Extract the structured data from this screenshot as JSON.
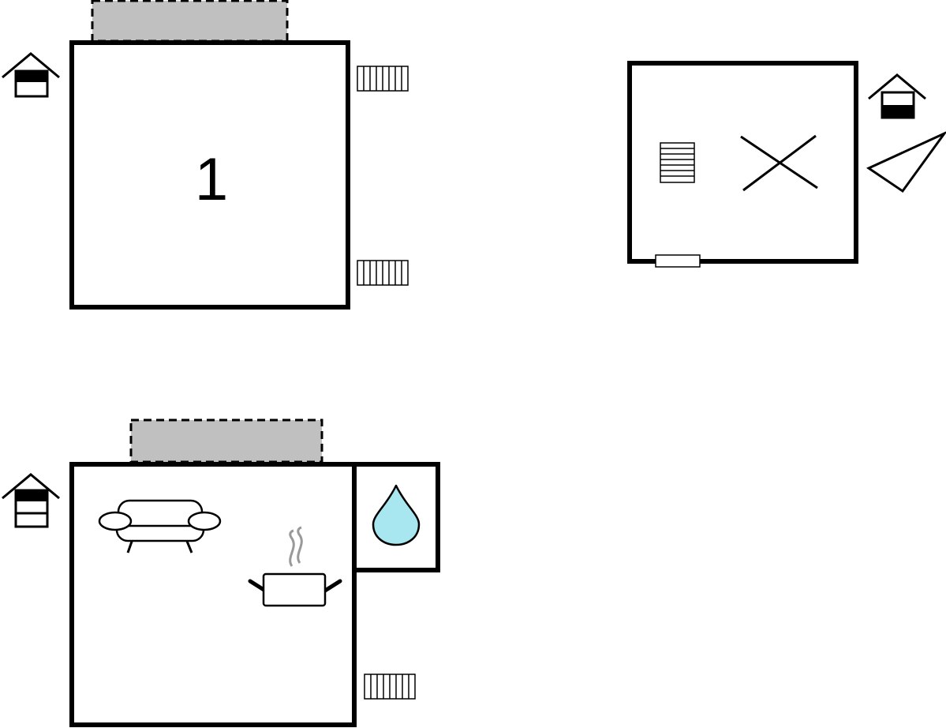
{
  "floor_plan": {
    "rooms": [
      {
        "id": "room-1",
        "number_label": "1"
      },
      {
        "id": "room-2",
        "number_label": ""
      },
      {
        "id": "room-3",
        "number_label": ""
      }
    ],
    "icons": [
      "house-icon",
      "radiator-icon",
      "stairs-icon",
      "bed-icon",
      "tv-icon",
      "window-icon",
      "sofa-icon",
      "cooking-pot-icon",
      "water-drop-icon",
      "terrace-area"
    ],
    "colors": {
      "wall": "#000000",
      "terrace_fill": "#c0c0c0",
      "water_fill": "#a8e6f0",
      "steam": "#999999",
      "background": "#ffffff"
    }
  }
}
